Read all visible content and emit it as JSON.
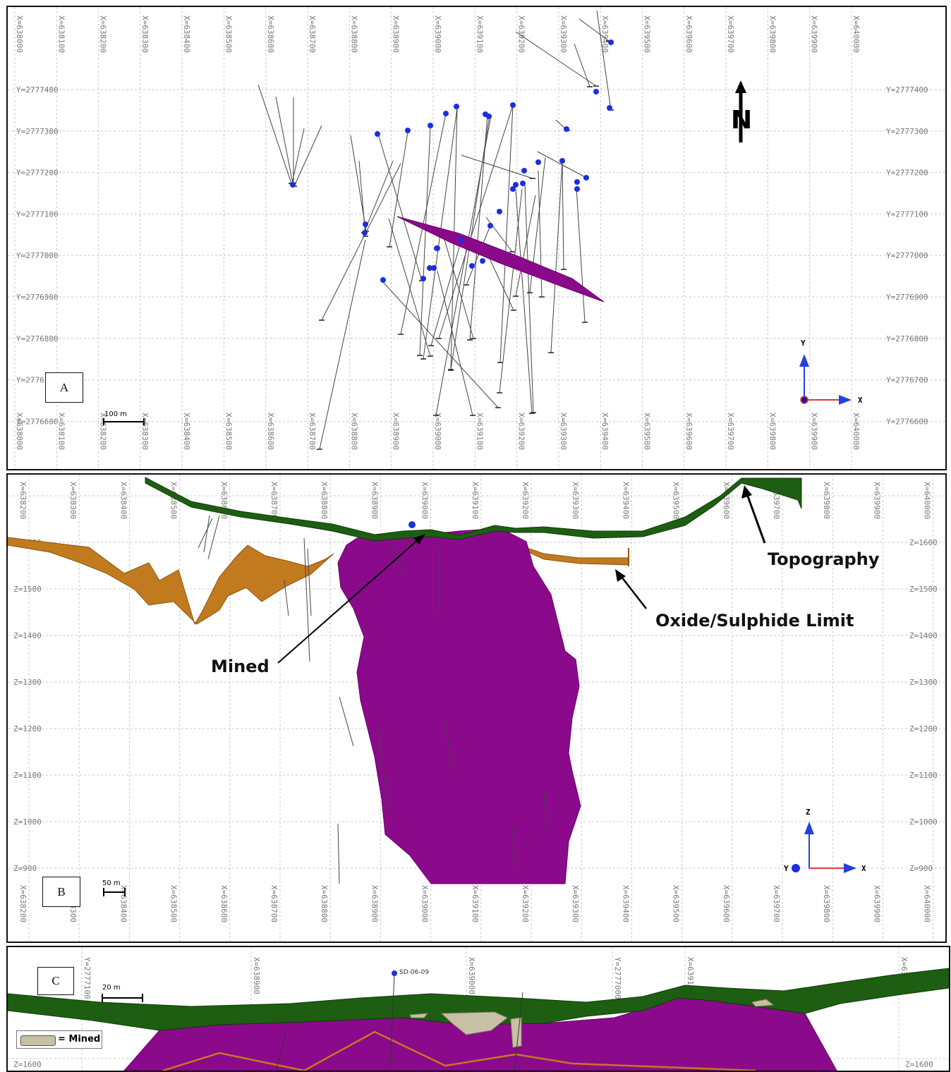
{
  "panel_a": {
    "label": "A",
    "scale_bar": "100 m",
    "north_label": "N",
    "axis_x": "X",
    "axis_y": "Y",
    "y_labels": [
      "Y=2777400",
      "Y=2777300",
      "Y=2777200",
      "Y=2777100",
      "Y=2777000",
      "Y=2776900",
      "Y=2776800",
      "Y=2776700",
      "Y=2776600"
    ],
    "x_labels_top": [
      "X=638000",
      "X=638100",
      "X=638200",
      "X=638300",
      "X=638400",
      "X=638500",
      "X=638600",
      "X=638700",
      "X=638800",
      "X=638900",
      "X=639000",
      "X=639100",
      "X=639200",
      "X=639300",
      "X=639400",
      "X=639500",
      "X=639600",
      "X=639700",
      "X=639800",
      "X=639900",
      "X=640000"
    ]
  },
  "panel_b": {
    "label": "B",
    "scale_bar": "50 m",
    "axis_z": "Z",
    "axis_y": "Y",
    "axis_x": "X",
    "z_labels": [
      "Z=1600",
      "Z=1500",
      "Z=1400",
      "Z=1300",
      "Z=1200",
      "Z=1100",
      "Z=1000",
      "Z=900"
    ],
    "x_labels": [
      "X=638200",
      "X=638300",
      "X=638400",
      "X=638500",
      "X=638600",
      "X=638700",
      "X=638800",
      "X=638900",
      "X=639000",
      "X=639100",
      "X=639200",
      "X=639300",
      "X=639400",
      "X=639500",
      "X=639600",
      "X=639700",
      "X=639800",
      "X=639900",
      "X=640000"
    ],
    "callouts": {
      "topography": "Topography",
      "oxide": "Oxide/Sulphide Limit",
      "mined": "Mined"
    }
  },
  "panel_c": {
    "label": "C",
    "scale_bar": "20 m",
    "hole_label": "SD-06-09",
    "legend": "= Mined",
    "z_label": "Z=1600",
    "top_labels": [
      "Y=2777100",
      "X=638900",
      "X=639000",
      "Y=2777000",
      "X=639100",
      "X=639200"
    ]
  },
  "colors": {
    "mineralization": "#8b0a8b",
    "topography": "#1e5e12",
    "oxide_limit": "#c27a1e",
    "mined": "#c8c0a4",
    "drill_collar": "#1a2fe0"
  }
}
